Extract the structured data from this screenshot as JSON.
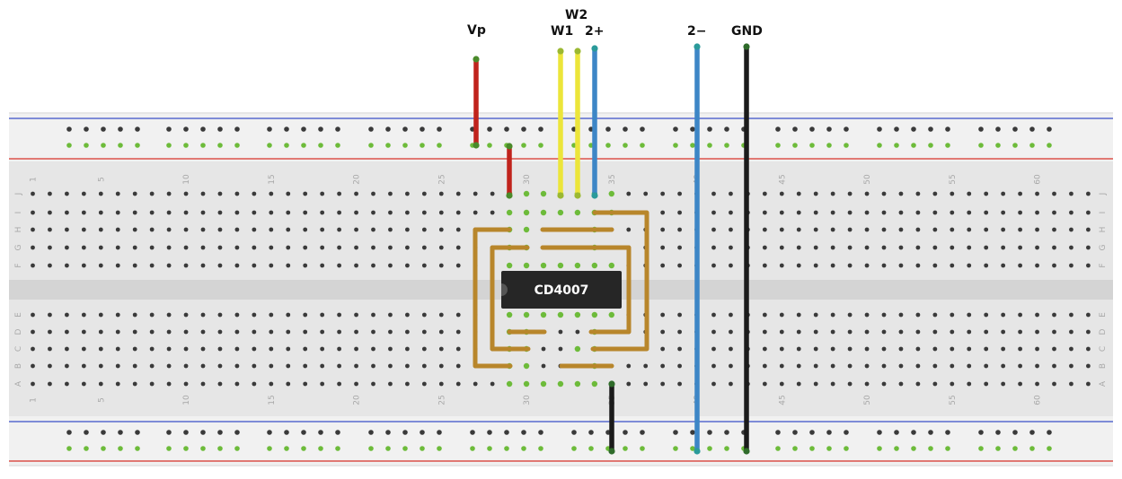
{
  "wire_labels": {
    "vp": "Vp",
    "w2": "W2",
    "w1": "W1",
    "two_plus": "2+",
    "two_minus": "2−",
    "gnd": "GND"
  },
  "chip": {
    "name": "CD4007"
  },
  "row_letters_top": [
    "J",
    "I",
    "H",
    "G",
    "F"
  ],
  "row_letters_bottom": [
    "E",
    "D",
    "C",
    "B",
    "A"
  ],
  "column_numbers": [
    "1",
    "5",
    "10",
    "15",
    "20",
    "25",
    "30",
    "35",
    "40",
    "45",
    "50",
    "55",
    "60"
  ],
  "colors": {
    "board": "#e8e8e8",
    "rail": "#f2f2f2",
    "rail_line_blue": "#3b4fc8",
    "rail_line_red": "#d8322a",
    "hole": "#3a3a3a",
    "hole_active": "#6dbb3a",
    "jumper": "#b8862b",
    "wire_red": "#c0231c",
    "wire_yellow": "#ece53a",
    "wire_blue": "#3d86c6",
    "wire_black": "#1b1b1b",
    "chip": "#262626"
  }
}
